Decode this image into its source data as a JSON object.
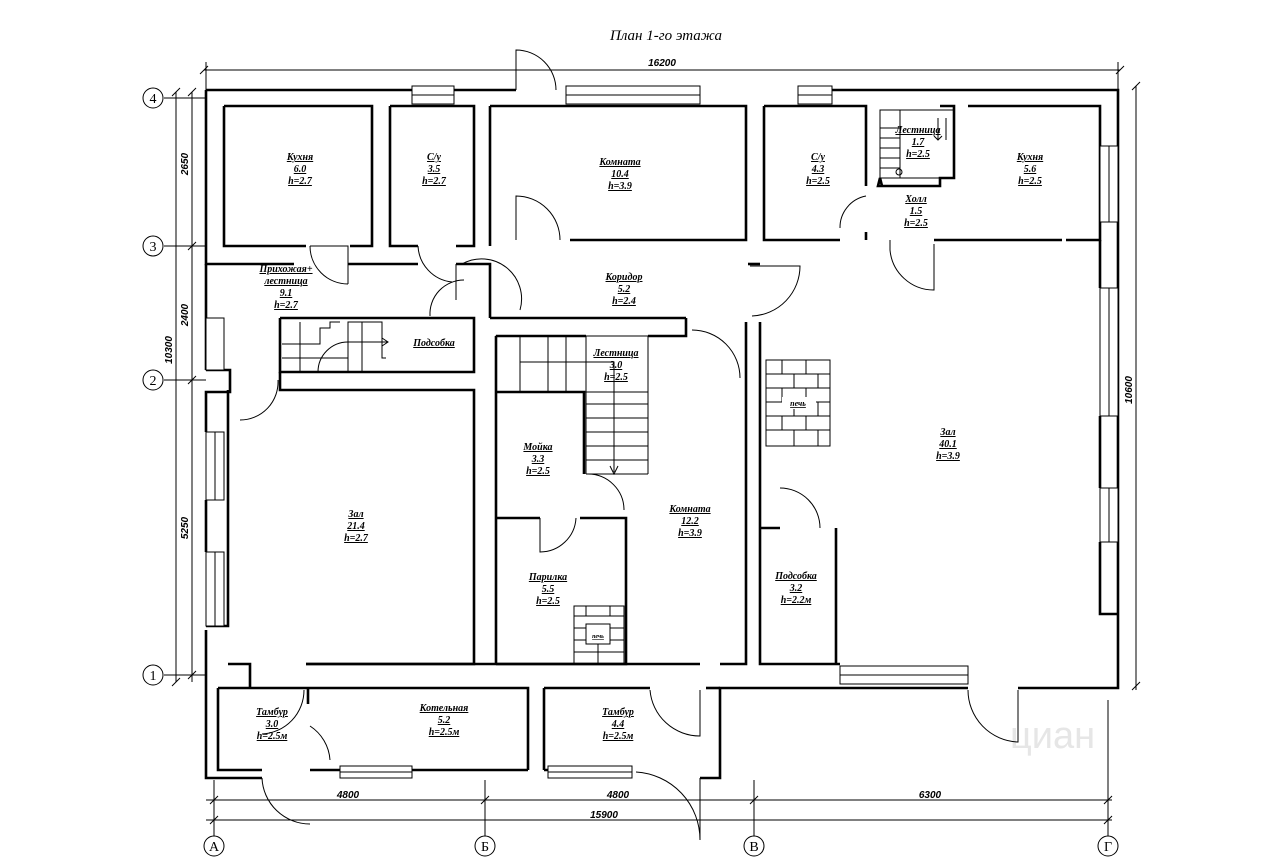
{
  "title": "План 1-го этажа",
  "watermark": "циан",
  "rooms": [
    {
      "name": "Кухня",
      "area": "6.0",
      "height": "h=2.7"
    },
    {
      "name": "С/у",
      "area": "3.5",
      "height": "h=2.7"
    },
    {
      "name": "Комната",
      "area": "10.4",
      "height": "h=3.9"
    },
    {
      "name": "С/у",
      "area": "4.3",
      "height": "h=2.5"
    },
    {
      "name": "Лестница",
      "area": "1.7",
      "height": "h=2.5"
    },
    {
      "name": "Кухня",
      "area": "5.6",
      "height": "h=2.5"
    },
    {
      "name": "Холл",
      "area": "1.5",
      "height": "h=2.5"
    },
    {
      "name": "Прихожая+",
      "area": "9.1",
      "height": "h=2.7",
      "name2": "лестница"
    },
    {
      "name": "Коридор",
      "area": "5.2",
      "height": "h=2.4"
    },
    {
      "name": "Лестница",
      "area": "3.0",
      "height": "h=2.5"
    },
    {
      "name": "Мойка",
      "area": "3.3",
      "height": "h=2.5"
    },
    {
      "name": "Зал",
      "area": "21.4",
      "height": "h=2.7"
    },
    {
      "name": "Комната",
      "area": "12.2",
      "height": "h=3.9"
    },
    {
      "name": "Парилка",
      "area": "5.5",
      "height": "h=2.5"
    },
    {
      "name": "Зал",
      "area": "40.1",
      "height": "h=3.9"
    },
    {
      "name": "Подсобка",
      "area": "3.2",
      "height": "h=2.2м"
    },
    {
      "name": "Тамбур",
      "area": "3.0",
      "height": "h=2.5м"
    },
    {
      "name": "Котельная",
      "area": "5.2",
      "height": "h=2.5м"
    },
    {
      "name": "Тамбур",
      "area": "4.4",
      "height": "h=2.5м"
    }
  ],
  "labels": {
    "podsobka_small": "Подсобка",
    "pech": "печь",
    "pech_small": "печь"
  },
  "dimensions": {
    "top": "16200",
    "left_total": "10300",
    "left_1": "2650",
    "left_2": "2400",
    "left_3": "5250",
    "right": "10600",
    "bottom_1": "4800",
    "bottom_2": "4800",
    "bottom_3": "6300",
    "bottom_total": "15900"
  },
  "axes": {
    "rows": [
      "4",
      "3",
      "2",
      "1"
    ],
    "cols": [
      "А",
      "Б",
      "В",
      "Г"
    ]
  }
}
